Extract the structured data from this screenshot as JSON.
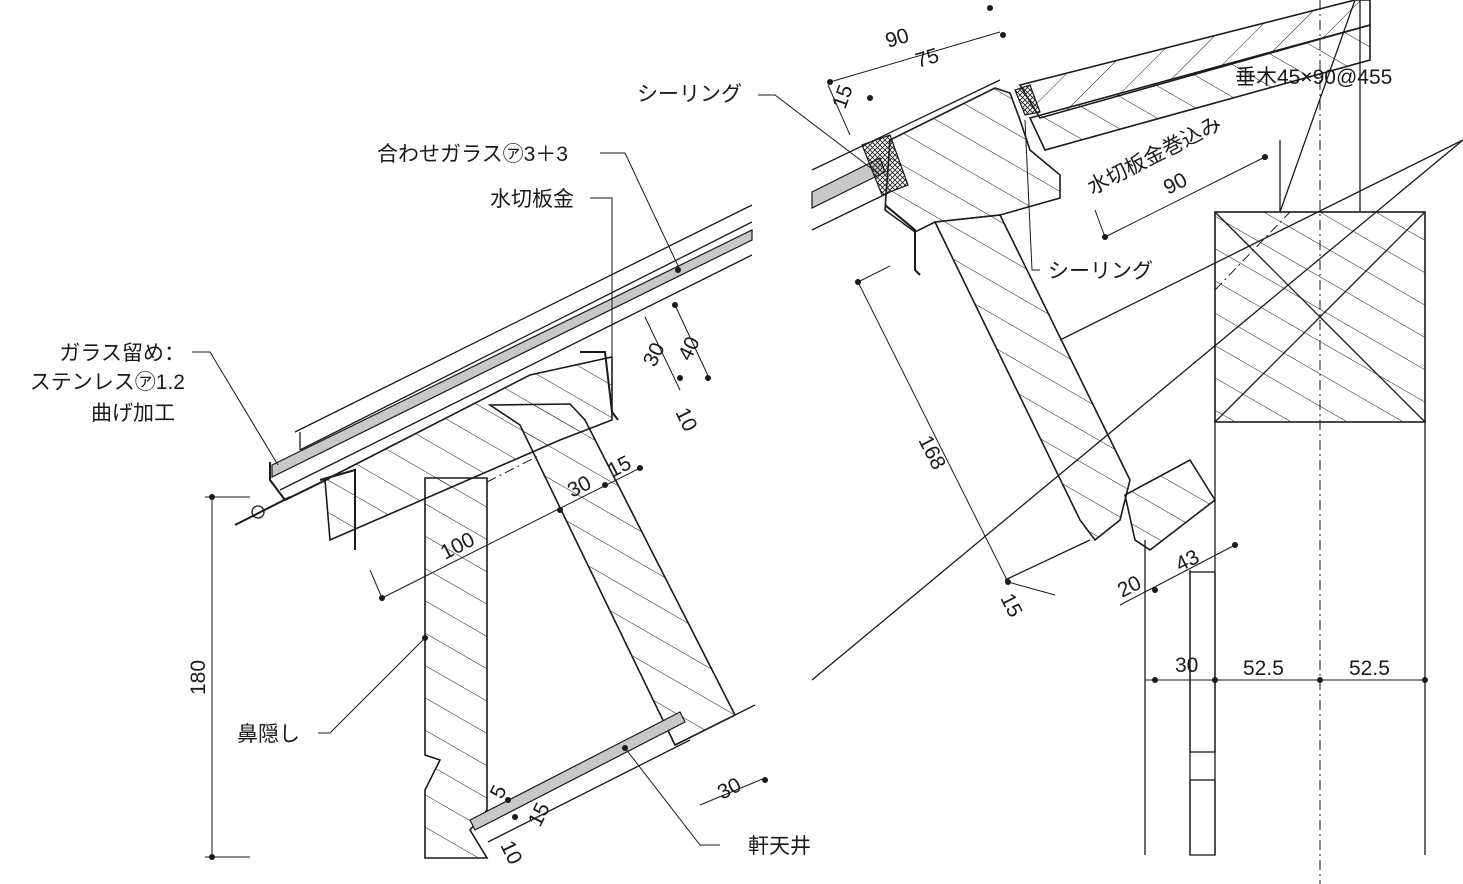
{
  "labels": {
    "sealing_top": "シーリング",
    "laminated_glass": "合わせガラス㋐3＋3",
    "flashing": "水切板金",
    "glass_stop_line1": "ガラス留め：",
    "glass_stop_line2": "ステンレス㋐1.2",
    "glass_stop_line3": "曲げ加工",
    "fascia": "鼻隠し",
    "soffit": "軒天井",
    "rafter": "垂木45×90@455",
    "flashing_wrap": "水切板金巻込み",
    "sealing_right": "シーリング"
  },
  "dimensions": {
    "d90_top": "90",
    "d75": "75",
    "d15_top": "15",
    "d30_left": "30",
    "d40": "40",
    "d10_left": "10",
    "d15_mid": "15",
    "d30_mid": "30",
    "d100": "100",
    "d180": "180",
    "d30_bottom": "30",
    "d5": "5",
    "d15_bottom": "15",
    "d10_bottom": "10",
    "d168": "168",
    "d15_right": "15",
    "d90_right": "90",
    "d43": "43",
    "d20": "20",
    "d30_wall": "30",
    "d52_5_a": "52.5",
    "d52_5_b": "52.5"
  }
}
